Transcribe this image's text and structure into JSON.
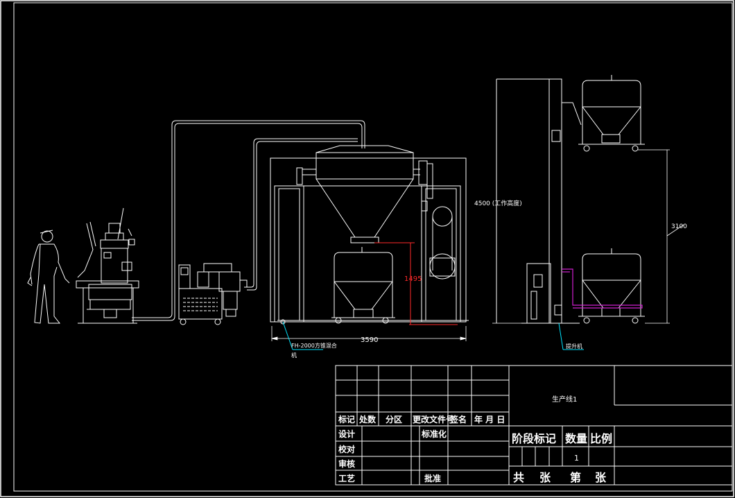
{
  "dimensions": {
    "total_length": "3590",
    "height_work": "4500 (工作高度)",
    "height_lift": "3100",
    "height_discharge": "1495"
  },
  "callouts": {
    "mixer_label_line1": "FH-2000方锥混合",
    "mixer_label_line2": "机",
    "lift_label": "提升机"
  },
  "title_block": {
    "drawing_title": "生产线1",
    "headers": [
      "标记",
      "处数",
      "分区",
      "更改文件号",
      "签名",
      "年 月 日"
    ],
    "rows": [
      {
        "left": "设计",
        "mid": "标准化"
      },
      {
        "left": "校对",
        "mid": ""
      },
      {
        "left": "审核",
        "mid": ""
      },
      {
        "left": "工艺",
        "mid": "批准"
      }
    ],
    "stage_mark": "阶段标记",
    "quantity": "数量",
    "scale": "比例",
    "quantity_value": "1",
    "total_sheets": "共",
    "sheet_unit1": "张",
    "sheet_no": "第",
    "sheet_unit2": "张"
  },
  "colors": {
    "background": "#000000",
    "lines": "#ffffff",
    "dimension_red": "#ff2a2a",
    "leader_cyan": "#00e5ff",
    "lift_magenta": "#d020d0"
  }
}
